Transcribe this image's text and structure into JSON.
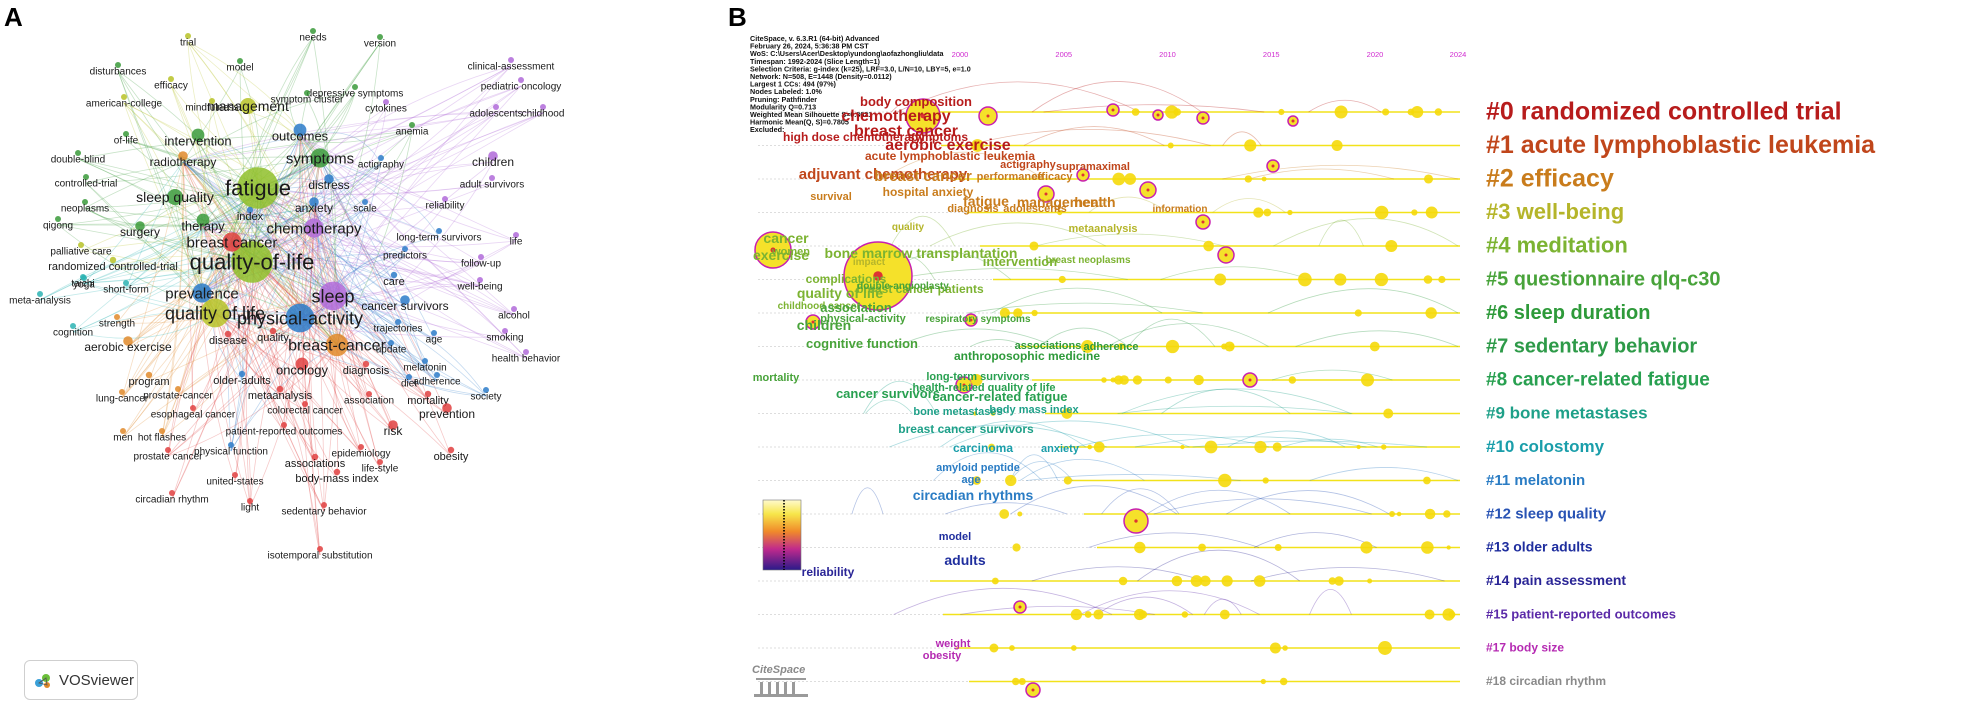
{
  "panel_a": {
    "letter": "A",
    "badge_text": "VOSviewer",
    "badge_icon": "vosviewer-logo-icon",
    "keywords": [
      {
        "t": "quality-of-life",
        "c": "#8fbf2a",
        "s": 22
      },
      {
        "t": "fatigue",
        "c": "#8fbf2a",
        "s": 22
      },
      {
        "t": "physical-activity",
        "c": "#2b7bc9",
        "s": 18
      },
      {
        "t": "sleep",
        "c": "#b06ad9",
        "s": 18
      },
      {
        "t": "quality of life",
        "c": "#b7c227",
        "s": 18
      },
      {
        "t": "breast-cancer",
        "c": "#e08a2a",
        "s": 16
      },
      {
        "t": "breast cancer",
        "c": "#e04040",
        "s": 15
      },
      {
        "t": "symptoms",
        "c": "#3a9a3a",
        "s": 15
      },
      {
        "t": "chemotherapy",
        "c": "#b06ad9",
        "s": 15
      },
      {
        "t": "prevalence",
        "c": "#2b7bc9",
        "s": 15
      },
      {
        "t": "sleep quality",
        "c": "#3a9a3a",
        "s": 14
      },
      {
        "t": "management",
        "c": "#b7c227",
        "s": 14
      },
      {
        "t": "intervention",
        "c": "#3a9a3a",
        "s": 13
      },
      {
        "t": "outcomes",
        "c": "#2b7bc9",
        "s": 13
      },
      {
        "t": "therapy",
        "c": "#3a9a3a",
        "s": 13
      },
      {
        "t": "oncology",
        "c": "#e04040",
        "s": 13
      },
      {
        "t": "radiotherapy",
        "c": "#e08a2a",
        "s": 12
      },
      {
        "t": "children",
        "c": "#b06ad9",
        "s": 12
      },
      {
        "t": "distress",
        "c": "#2b7bc9",
        "s": 12
      },
      {
        "t": "anxiety",
        "c": "#2b7bc9",
        "s": 12
      },
      {
        "t": "surgery",
        "c": "#3a9a3a",
        "s": 12
      },
      {
        "t": "index",
        "c": "#2b7bc9",
        "s": 11
      },
      {
        "t": "care",
        "c": "#2b7bc9",
        "s": 11
      },
      {
        "t": "disease",
        "c": "#e04040",
        "s": 11
      },
      {
        "t": "quality",
        "c": "#e04040",
        "s": 11
      },
      {
        "t": "cancer survivors",
        "c": "#2b7bc9",
        "s": 12
      },
      {
        "t": "aerobic exercise",
        "c": "#e08a2a",
        "s": 12
      },
      {
        "t": "program",
        "c": "#e08a2a",
        "s": 11
      },
      {
        "t": "older-adults",
        "c": "#2b7bc9",
        "s": 11
      },
      {
        "t": "metaanalysis",
        "c": "#e04040",
        "s": 11
      },
      {
        "t": "diagnosis",
        "c": "#e04040",
        "s": 11
      },
      {
        "t": "risk",
        "c": "#e04040",
        "s": 12
      },
      {
        "t": "mortality",
        "c": "#e04040",
        "s": 11
      },
      {
        "t": "prevention",
        "c": "#e04040",
        "s": 12
      },
      {
        "t": "associations",
        "c": "#e04040",
        "s": 11
      },
      {
        "t": "obesity",
        "c": "#e04040",
        "s": 11
      },
      {
        "t": "body-mass index",
        "c": "#e04040",
        "s": 11
      },
      {
        "t": "colorectal cancer",
        "c": "#e04040",
        "s": 10
      },
      {
        "t": "patient-reported outcomes",
        "c": "#e04040",
        "s": 10
      },
      {
        "t": "physical function",
        "c": "#2b7bc9",
        "s": 10
      },
      {
        "t": "prostate-cancer",
        "c": "#e08a2a",
        "s": 10
      },
      {
        "t": "esophageal cancer",
        "c": "#e04040",
        "s": 10
      },
      {
        "t": "hot flashes",
        "c": "#e08a2a",
        "s": 10
      },
      {
        "t": "men",
        "c": "#e08a2a",
        "s": 10
      },
      {
        "t": "lung-cancer",
        "c": "#e08a2a",
        "s": 10
      },
      {
        "t": "prostate cancer",
        "c": "#e04040",
        "s": 10
      },
      {
        "t": "united-states",
        "c": "#e04040",
        "s": 10
      },
      {
        "t": "circadian rhythm",
        "c": "#e04040",
        "s": 10
      },
      {
        "t": "light",
        "c": "#e04040",
        "s": 10
      },
      {
        "t": "sedentary behavior",
        "c": "#e04040",
        "s": 10
      },
      {
        "t": "isotemporal substitution",
        "c": "#e04040",
        "s": 10
      },
      {
        "t": "epidemiology",
        "c": "#e04040",
        "s": 10
      },
      {
        "t": "life-style",
        "c": "#e04040",
        "s": 10
      },
      {
        "t": "association",
        "c": "#e04040",
        "s": 10
      },
      {
        "t": "melatonin",
        "c": "#2b7bc9",
        "s": 10
      },
      {
        "t": "adherence",
        "c": "#2b7bc9",
        "s": 10
      },
      {
        "t": "diet",
        "c": "#2b7bc9",
        "s": 10
      },
      {
        "t": "update",
        "c": "#2b7bc9",
        "s": 10
      },
      {
        "t": "trajectories",
        "c": "#2b7bc9",
        "s": 10
      },
      {
        "t": "age",
        "c": "#2b7bc9",
        "s": 10
      },
      {
        "t": "society",
        "c": "#2b7bc9",
        "s": 10
      },
      {
        "t": "health behavior",
        "c": "#b06ad9",
        "s": 10
      },
      {
        "t": "smoking",
        "c": "#b06ad9",
        "s": 10
      },
      {
        "t": "alcohol",
        "c": "#b06ad9",
        "s": 10
      },
      {
        "t": "well-being",
        "c": "#b06ad9",
        "s": 10
      },
      {
        "t": "follow-up",
        "c": "#b06ad9",
        "s": 10
      },
      {
        "t": "life",
        "c": "#b06ad9",
        "s": 10
      },
      {
        "t": "predictors",
        "c": "#2b7bc9",
        "s": 10
      },
      {
        "t": "long-term survivors",
        "c": "#2b7bc9",
        "s": 10
      },
      {
        "t": "reliability",
        "c": "#b06ad9",
        "s": 10
      },
      {
        "t": "scale",
        "c": "#2b7bc9",
        "s": 10
      },
      {
        "t": "adult survivors",
        "c": "#b06ad9",
        "s": 10
      },
      {
        "t": "actigraphy",
        "c": "#2b7bc9",
        "s": 10
      },
      {
        "t": "anemia",
        "c": "#3a9a3a",
        "s": 10
      },
      {
        "t": "adolescents",
        "c": "#b06ad9",
        "s": 10
      },
      {
        "t": "childhood",
        "c": "#b06ad9",
        "s": 10
      },
      {
        "t": "pediatric oncology",
        "c": "#b06ad9",
        "s": 10
      },
      {
        "t": "clinical-assessment",
        "c": "#b06ad9",
        "s": 10
      },
      {
        "t": "cytokines",
        "c": "#b06ad9",
        "s": 10
      },
      {
        "t": "depressive symptoms",
        "c": "#3a9a3a",
        "s": 10
      },
      {
        "t": "symptom cluster",
        "c": "#3a9a3a",
        "s": 10
      },
      {
        "t": "version",
        "c": "#3a9a3a",
        "s": 10
      },
      {
        "t": "needs",
        "c": "#3a9a3a",
        "s": 10
      },
      {
        "t": "model",
        "c": "#3a9a3a",
        "s": 10
      },
      {
        "t": "trial",
        "c": "#b7c227",
        "s": 10
      },
      {
        "t": "disturbances",
        "c": "#3a9a3a",
        "s": 10
      },
      {
        "t": "efficacy",
        "c": "#b7c227",
        "s": 10
      },
      {
        "t": "mindfulness",
        "c": "#b7c227",
        "s": 10
      },
      {
        "t": "american-college",
        "c": "#b7c227",
        "s": 10
      },
      {
        "t": "of-life",
        "c": "#3a9a3a",
        "s": 10
      },
      {
        "t": "double-blind",
        "c": "#3a9a3a",
        "s": 10
      },
      {
        "t": "controlled-trial",
        "c": "#3a9a3a",
        "s": 10
      },
      {
        "t": "neoplasms",
        "c": "#3a9a3a",
        "s": 10
      },
      {
        "t": "qigong",
        "c": "#3a9a3a",
        "s": 10
      },
      {
        "t": "palliative care",
        "c": "#b7c227",
        "s": 10
      },
      {
        "t": "randomized controlled-trial",
        "c": "#b7c227",
        "s": 11
      },
      {
        "t": "meta-analysis",
        "c": "#2bb3b3",
        "s": 10
      },
      {
        "t": "taichi",
        "c": "#2bb3b3",
        "s": 10
      },
      {
        "t": "yoga",
        "c": "#2bb3b3",
        "s": 10
      },
      {
        "t": "short-form",
        "c": "#2bb3b3",
        "s": 10
      },
      {
        "t": "strength",
        "c": "#e08a2a",
        "s": 10
      },
      {
        "t": "cognition",
        "c": "#2bb3b3",
        "s": 10
      }
    ]
  },
  "panel_b": {
    "letter": "B",
    "header_lines": [
      "CiteSpace, v. 6.3.R1 (64-bit) Advanced",
      "February 26, 2024, 5:36:38 PM CST",
      "WoS: C:\\Users\\Acer\\Desktop\\yundong\\aofazhongliu\\data",
      "Timespan: 1992-2024 (Slice Length=1)",
      "Selection Criteria: g-index (k=25), LRF=3.0, L/N=10, LBY=5, e=1.0",
      "Network: N=508, E=1448 (Density=0.0112)",
      "Largest 1 CCs: 494 (97%)",
      "Nodes Labeled: 1.0%",
      "Pruning: Pathfinder",
      "Modularity Q=0.713",
      "Weighted Mean Silhouette S=0.8621",
      "Harmonic Mean(Q, S)=0.7805",
      "Excluded:"
    ],
    "years": [
      "2000",
      "2005",
      "2010",
      "2015",
      "2020",
      "2024"
    ],
    "clusters": [
      {
        "label": "#0 randomized controlled trial",
        "color": "#b71c1c",
        "size": 25
      },
      {
        "label": "#1 acute lymphoblastic leukemia",
        "color": "#c0461b",
        "size": 25
      },
      {
        "label": "#2 efficacy",
        "color": "#c97c1c",
        "size": 25
      },
      {
        "label": "#3 well-being",
        "color": "#b5b52a",
        "size": 22
      },
      {
        "label": "#4 meditation",
        "color": "#7cb332",
        "size": 22
      },
      {
        "label": "#5 questionnaire qlq-c30",
        "color": "#48a33a",
        "size": 20
      },
      {
        "label": "#6 sleep duration",
        "color": "#2e9a3a",
        "size": 20
      },
      {
        "label": "#7 sedentary behavior",
        "color": "#2d9a48",
        "size": 20
      },
      {
        "label": "#8 cancer-related fatigue",
        "color": "#28a050",
        "size": 19
      },
      {
        "label": "#9 bone metastases",
        "color": "#1ea088",
        "size": 17
      },
      {
        "label": "#10 colostomy",
        "color": "#1a9eaa",
        "size": 17
      },
      {
        "label": "#11 melatonin",
        "color": "#2a7cc4",
        "size": 15
      },
      {
        "label": "#12 sleep quality",
        "color": "#2853b4",
        "size": 15
      },
      {
        "label": "#13 older adults",
        "color": "#1f2e9e",
        "size": 14
      },
      {
        "label": "#14 pain assessment",
        "color": "#2a2596",
        "size": 14
      },
      {
        "label": "#15 patient-reported outcomes",
        "color": "#5b2aa8",
        "size": 13
      },
      {
        "label": "#17 body size",
        "color": "#b52ab2",
        "size": 12
      },
      {
        "label": "#18 circadian rhythm",
        "color": "#8a8a8a",
        "size": 12
      }
    ],
    "node_labels": [
      {
        "t": "body composition",
        "c": "#b71c1c",
        "s": 13
      },
      {
        "t": "chemotherapy",
        "c": "#b71c1c",
        "s": 16
      },
      {
        "t": "breast cancer",
        "c": "#b71c1c",
        "s": 16
      },
      {
        "t": "aerobic exercise",
        "c": "#b71c1c",
        "s": 16
      },
      {
        "t": "high dose chemotherapy",
        "c": "#b71c1c",
        "s": 12
      },
      {
        "t": "symptoms",
        "c": "#b71c1c",
        "s": 12
      },
      {
        "t": "acute lymphoblastic leukemia",
        "c": "#c0461b",
        "s": 12
      },
      {
        "t": "supramaximal",
        "c": "#c0461b",
        "s": 11
      },
      {
        "t": "actigraphy",
        "c": "#c0461b",
        "s": 11
      },
      {
        "t": "performance",
        "c": "#c97c1c",
        "s": 11
      },
      {
        "t": "efficacy",
        "c": "#c97c1c",
        "s": 11
      },
      {
        "t": "adjuvant chemotherapy",
        "c": "#c0461b",
        "s": 15
      },
      {
        "t": "breast cancer",
        "c": "#c97c1c",
        "s": 15
      },
      {
        "t": "hospital anxiety",
        "c": "#c97c1c",
        "s": 12
      },
      {
        "t": "survival",
        "c": "#c97c1c",
        "s": 11
      },
      {
        "t": "diagnosis",
        "c": "#c97c1c",
        "s": 11
      },
      {
        "t": "adolescents",
        "c": "#c97c1c",
        "s": 11
      },
      {
        "t": "fatigue",
        "c": "#c97c1c",
        "s": 14
      },
      {
        "t": "management",
        "c": "#c97c1c",
        "s": 14
      },
      {
        "t": "health",
        "c": "#c97c1c",
        "s": 14
      },
      {
        "t": "information",
        "c": "#c97c1c",
        "s": 10
      },
      {
        "t": "quality",
        "c": "#b5b52a",
        "s": 10
      },
      {
        "t": "metaanalysis",
        "c": "#b5b52a",
        "s": 11
      },
      {
        "t": "cancer",
        "c": "#7cb332",
        "s": 14
      },
      {
        "t": "women",
        "c": "#7cb332",
        "s": 11
      },
      {
        "t": "exercise",
        "c": "#7cb332",
        "s": 14
      },
      {
        "t": "bone marrow transplantation",
        "c": "#7cb332",
        "s": 14
      },
      {
        "t": "impact",
        "c": "#b5b52a",
        "s": 10
      },
      {
        "t": "intervention",
        "c": "#7cb332",
        "s": 13
      },
      {
        "t": "breast neoplasms",
        "c": "#7cb332",
        "s": 10
      },
      {
        "t": "complications",
        "c": "#7cb332",
        "s": 12
      },
      {
        "t": "quality of life",
        "c": "#7cb332",
        "s": 14
      },
      {
        "t": "breast cancer patients",
        "c": "#7cb332",
        "s": 12
      },
      {
        "t": "double-angioplasty",
        "c": "#48a33a",
        "s": 10
      },
      {
        "t": "childhood cancer",
        "c": "#7cb332",
        "s": 10
      },
      {
        "t": "children",
        "c": "#48a33a",
        "s": 14
      },
      {
        "t": "association",
        "c": "#48a33a",
        "s": 13
      },
      {
        "t": "physical-activity",
        "c": "#48a33a",
        "s": 11
      },
      {
        "t": "respiratory symptoms",
        "c": "#48a33a",
        "s": 10
      },
      {
        "t": "cognitive function",
        "c": "#48a33a",
        "s": 13
      },
      {
        "t": "associations",
        "c": "#2e9a3a",
        "s": 11
      },
      {
        "t": "adherence",
        "c": "#2e9a3a",
        "s": 11
      },
      {
        "t": "anthroposophic medicine",
        "c": "#2e9a3a",
        "s": 12
      },
      {
        "t": "mortality",
        "c": "#48a33a",
        "s": 11
      },
      {
        "t": "long-term survivors",
        "c": "#28a050",
        "s": 11
      },
      {
        "t": "health-related quality of life",
        "c": "#28a050",
        "s": 11
      },
      {
        "t": "cancer survivors",
        "c": "#28a050",
        "s": 13
      },
      {
        "t": "cancer-related fatigue",
        "c": "#28a050",
        "s": 13
      },
      {
        "t": "bone metastases",
        "c": "#1ea088",
        "s": 11
      },
      {
        "t": "body mass index",
        "c": "#1ea088",
        "s": 11
      },
      {
        "t": "breast cancer survivors",
        "c": "#1ea088",
        "s": 12
      },
      {
        "t": "carcinoma",
        "c": "#1a9eaa",
        "s": 12
      },
      {
        "t": "anxiety",
        "c": "#1a9eaa",
        "s": 11
      },
      {
        "t": "amyloid peptide",
        "c": "#2a7cc4",
        "s": 11
      },
      {
        "t": "age",
        "c": "#2a7cc4",
        "s": 11
      },
      {
        "t": "circadian rhythms",
        "c": "#2a7cc4",
        "s": 14
      },
      {
        "t": "model",
        "c": "#1f2e9e",
        "s": 11
      },
      {
        "t": "adults",
        "c": "#1f2e9e",
        "s": 14
      },
      {
        "t": "reliability",
        "c": "#2a2596",
        "s": 12
      },
      {
        "t": "weight",
        "c": "#b52ab2",
        "s": 11
      },
      {
        "t": "obesity",
        "c": "#b52ab2",
        "s": 11
      }
    ]
  }
}
